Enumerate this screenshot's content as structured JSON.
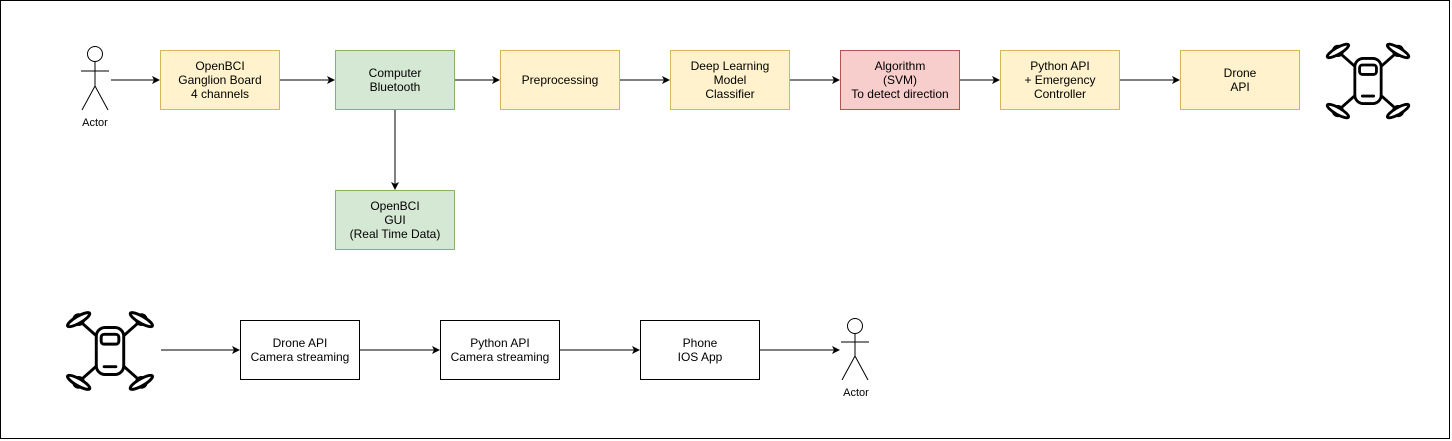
{
  "colors": {
    "yellow_fill": "#fff2cc",
    "yellow_stroke": "#d6b656",
    "green_fill": "#d5e8d4",
    "green_stroke": "#82b366",
    "red_fill": "#f8cecc",
    "red_stroke": "#b85450",
    "white_fill": "#ffffff",
    "black_stroke": "#000000"
  },
  "top_flow": {
    "actor_label": "Actor",
    "nodes": [
      {
        "id": "openbci-board",
        "label": "OpenBCI\nGanglion Board\n4 channels",
        "color": "yellow"
      },
      {
        "id": "computer-bluetooth",
        "label": "Computer\nBluetooth",
        "color": "green"
      },
      {
        "id": "preprocessing",
        "label": "Preprocessing",
        "color": "yellow"
      },
      {
        "id": "deep-learning",
        "label": "Deep Learning\nModel\nClassifier",
        "color": "yellow"
      },
      {
        "id": "algorithm-svm",
        "label": "Algorithm\n(SVM)\nTo detect direction",
        "color": "red"
      },
      {
        "id": "python-api-controller",
        "label": "Python API\n+ Emergency\nController",
        "color": "yellow"
      },
      {
        "id": "drone-api",
        "label": "Drone\nAPI",
        "color": "yellow"
      },
      {
        "id": "openbci-gui",
        "label": "OpenBCI\nGUI\n(Real Time Data)",
        "color": "green"
      }
    ],
    "drone_icon": "drone-icon"
  },
  "bottom_flow": {
    "actor_label": "Actor",
    "nodes": [
      {
        "id": "drone-api-camera",
        "label": "Drone API\nCamera streaming",
        "color": "white"
      },
      {
        "id": "python-api-camera",
        "label": "Python API\nCamera streaming",
        "color": "white"
      },
      {
        "id": "phone-ios",
        "label": "Phone\nIOS App",
        "color": "white"
      }
    ],
    "drone_icon": "drone-icon"
  }
}
